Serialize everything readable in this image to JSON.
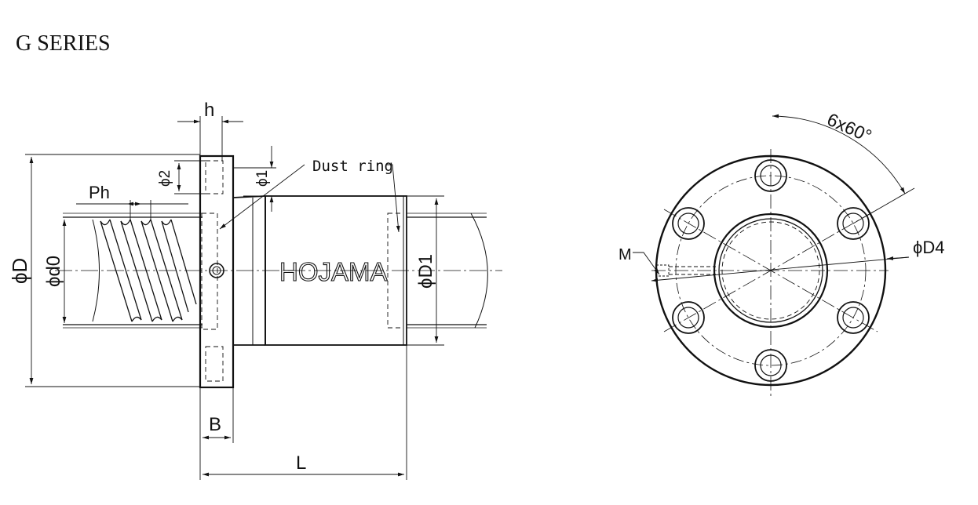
{
  "title": "G SERIES",
  "labels": {
    "h": "h",
    "phi2": "ϕ2",
    "phi1": "ϕ1",
    "dust_ring": "Dust ring",
    "ph": "Ph",
    "phiD": "ϕD",
    "phid0": "ϕd0",
    "brand": "HOJAMA",
    "phiD1": "ϕD1",
    "B": "B",
    "L": "L",
    "angle": "6x60°",
    "M": "M",
    "phiD4": "ϕD4"
  }
}
